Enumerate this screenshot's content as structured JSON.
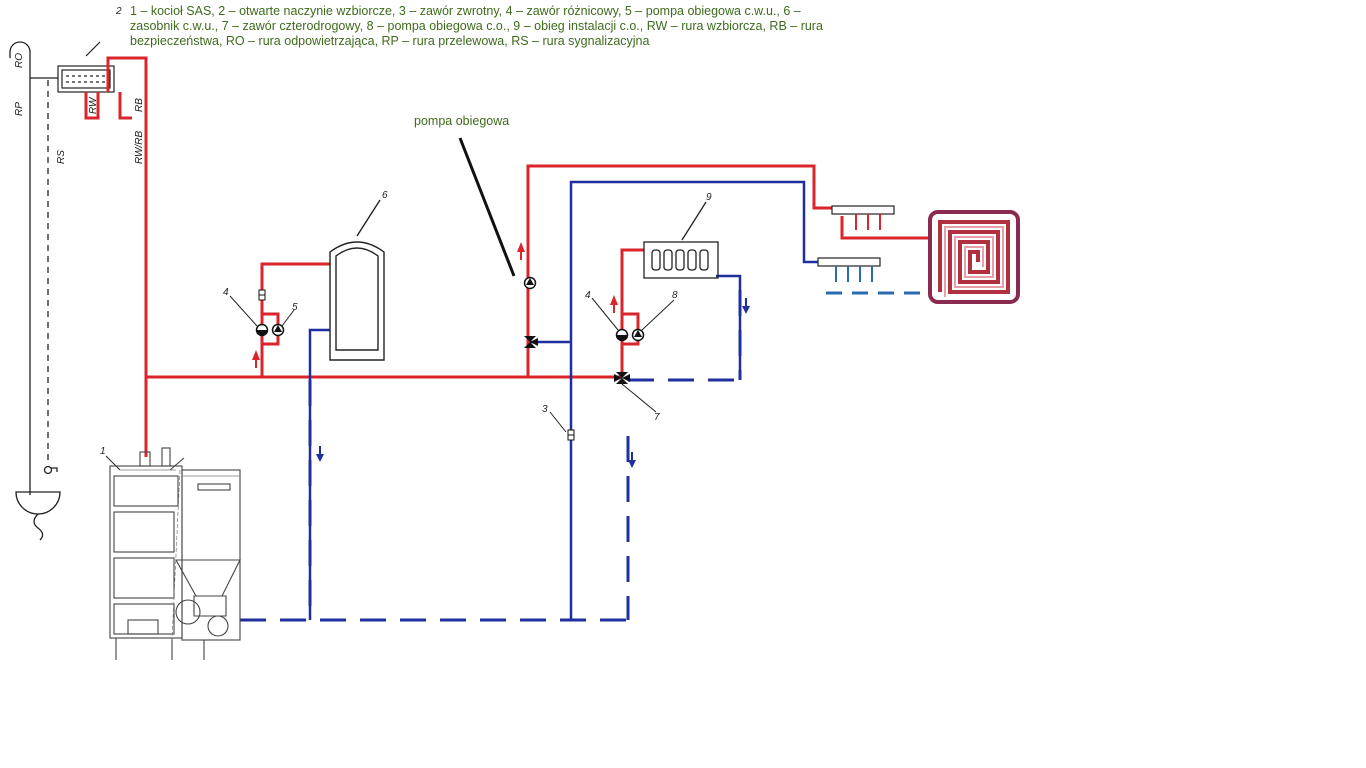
{
  "legend": {
    "line1_a": "1 – kocioł SAS, 2 – otwarte naczynie wzbiorcze, 3 – zawór zwrotny, 4 – zawór różnicowy, 5 –",
    "line1_b": "pompa obiegowa",
    "line1_c": "c.w.u., 6 –",
    "line2": "zasobnik c.w.u., 7 – zawór czterodrogowy, 8 – pompa obiegowa c.o., 9 – obieg instalacji c.o., RW – rura wzbiorcza, RB – rura",
    "line3": "bezpieczeństwa, RO – rura odpowietrzająca, RP – rura przelewowa, RS – rura sygnalizacyjna"
  },
  "callout": "pompa obiegowa",
  "pipe_labels": {
    "ro": "RO",
    "rp": "RP",
    "rs": "RS",
    "rw": "RW",
    "rb": "RB",
    "rwrb": "RW/RB"
  },
  "numbers": {
    "n1": "1",
    "n2": "2",
    "n3": "3",
    "n4a": "4",
    "n4b": "4",
    "n5": "5",
    "n6": "6",
    "n7": "7",
    "n8": "8",
    "n9": "9"
  },
  "colors": {
    "supply": "#d9252b",
    "return": "#1f2fa0",
    "floor_return": "#2a6ab0",
    "legend_text": "#3f6b1d",
    "line": "#222222"
  }
}
